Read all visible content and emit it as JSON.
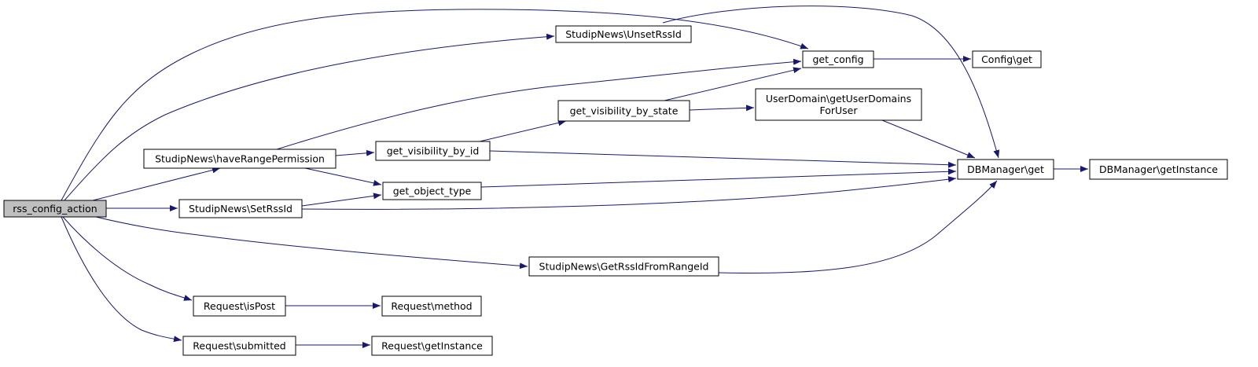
{
  "graph": {
    "title": "rss_config_action call graph",
    "colors": {
      "edge": "#191970",
      "root_fill": "#bfbfbf",
      "node_fill": "#ffffff",
      "node_border": "#000000"
    },
    "nodes": [
      {
        "id": "rss_config_action",
        "lines": [
          "rss_config_action"
        ],
        "root": true
      },
      {
        "id": "unset_rss_id",
        "lines": [
          "StudipNews\\UnsetRssId"
        ]
      },
      {
        "id": "get_config",
        "lines": [
          "get_config"
        ]
      },
      {
        "id": "config_get",
        "lines": [
          "Config\\get"
        ]
      },
      {
        "id": "get_visibility_by_state",
        "lines": [
          "get_visibility_by_state"
        ]
      },
      {
        "id": "get_user_domains",
        "lines": [
          "UserDomain\\getUserDomains",
          "ForUser"
        ]
      },
      {
        "id": "have_range_permission",
        "lines": [
          "StudipNews\\haveRangePermission"
        ]
      },
      {
        "id": "get_visibility_by_id",
        "lines": [
          "get_visibility_by_id"
        ]
      },
      {
        "id": "dbmanager_get",
        "lines": [
          "DBManager\\get"
        ]
      },
      {
        "id": "dbmanager_get_instance",
        "lines": [
          "DBManager\\getInstance"
        ]
      },
      {
        "id": "get_object_type",
        "lines": [
          "get_object_type"
        ]
      },
      {
        "id": "set_rss_id",
        "lines": [
          "StudipNews\\SetRssId"
        ]
      },
      {
        "id": "get_rss_id_from_range_id",
        "lines": [
          "StudipNews\\GetRssIdFromRangeId"
        ]
      },
      {
        "id": "request_is_post",
        "lines": [
          "Request\\isPost"
        ]
      },
      {
        "id": "request_method",
        "lines": [
          "Request\\method"
        ]
      },
      {
        "id": "request_submitted",
        "lines": [
          "Request\\submitted"
        ]
      },
      {
        "id": "request_get_instance",
        "lines": [
          "Request\\getInstance"
        ]
      }
    ],
    "edges": [
      {
        "from": "rss_config_action",
        "to": "get_config"
      },
      {
        "from": "rss_config_action",
        "to": "unset_rss_id"
      },
      {
        "from": "rss_config_action",
        "to": "have_range_permission"
      },
      {
        "from": "rss_config_action",
        "to": "set_rss_id"
      },
      {
        "from": "rss_config_action",
        "to": "get_rss_id_from_range_id"
      },
      {
        "from": "rss_config_action",
        "to": "request_is_post"
      },
      {
        "from": "rss_config_action",
        "to": "request_submitted"
      },
      {
        "from": "unset_rss_id",
        "to": "dbmanager_get"
      },
      {
        "from": "get_config",
        "to": "config_get"
      },
      {
        "from": "have_range_permission",
        "to": "get_config"
      },
      {
        "from": "have_range_permission",
        "to": "get_visibility_by_id"
      },
      {
        "from": "have_range_permission",
        "to": "get_object_type"
      },
      {
        "from": "get_visibility_by_id",
        "to": "get_visibility_by_state"
      },
      {
        "from": "get_visibility_by_id",
        "to": "dbmanager_get"
      },
      {
        "from": "get_visibility_by_state",
        "to": "get_config"
      },
      {
        "from": "get_visibility_by_state",
        "to": "get_user_domains"
      },
      {
        "from": "get_user_domains",
        "to": "dbmanager_get"
      },
      {
        "from": "dbmanager_get",
        "to": "dbmanager_get_instance"
      },
      {
        "from": "get_object_type",
        "to": "dbmanager_get"
      },
      {
        "from": "set_rss_id",
        "to": "get_object_type"
      },
      {
        "from": "set_rss_id",
        "to": "dbmanager_get"
      },
      {
        "from": "get_rss_id_from_range_id",
        "to": "dbmanager_get"
      },
      {
        "from": "request_is_post",
        "to": "request_method"
      },
      {
        "from": "request_submitted",
        "to": "request_get_instance"
      }
    ]
  }
}
